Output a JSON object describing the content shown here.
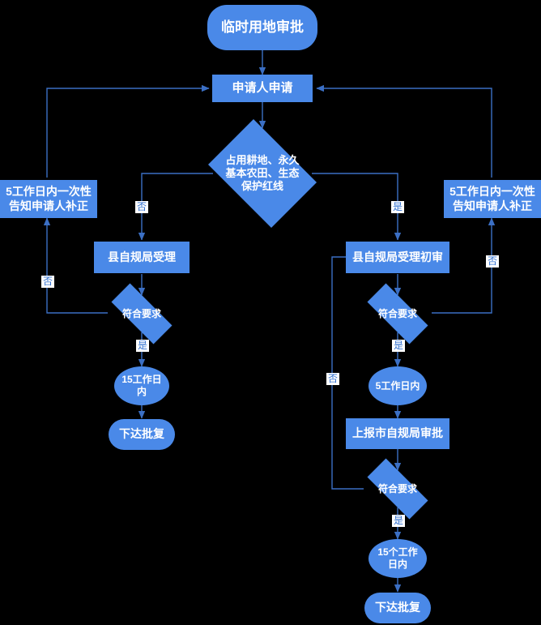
{
  "diagram": {
    "title": "临时用地审批",
    "accent_color": "#4a89e8",
    "edge_color": "#3b6fc4",
    "background": "#000000",
    "label_text_color": "#2f6fd0",
    "nodes": {
      "start": {
        "label": "临时用地审批",
        "shape": "rounded"
      },
      "apply": {
        "label": "申请人申请",
        "shape": "rect"
      },
      "decision_landuse": {
        "label": "占用耕地、永久\n基本农田、生态\n保护红线",
        "shape": "diamond"
      },
      "notify_left": {
        "label": "5工作日内一次性\n告知申请人补正",
        "shape": "rect"
      },
      "notify_right": {
        "label": "5工作日内一次性\n告知申请人补正",
        "shape": "rect"
      },
      "accept_county": {
        "label": "县自规局受理",
        "shape": "rect"
      },
      "check_left": {
        "label": "符合要求",
        "shape": "diamond"
      },
      "days15_left": {
        "label": "15工作日\n内",
        "shape": "ellipse"
      },
      "approve_left": {
        "label": "下达批复",
        "shape": "rounded"
      },
      "accept_county_first": {
        "label": "县自规局受理初审",
        "shape": "rect"
      },
      "check_right_1": {
        "label": "符合要求",
        "shape": "diamond"
      },
      "days5_right": {
        "label": "5工作日内",
        "shape": "ellipse"
      },
      "report_city": {
        "label": "上报市自规局审批",
        "shape": "rect"
      },
      "check_right_2": {
        "label": "符合要求",
        "shape": "diamond"
      },
      "days15_right": {
        "label": "15个工作\n日内",
        "shape": "ellipse"
      },
      "approve_right": {
        "label": "下达批复",
        "shape": "rounded"
      }
    },
    "edge_labels": {
      "no_to_county": "否",
      "yes_to_county_first": "是",
      "no_left_check": "否",
      "yes_left_check": "是",
      "no_right_check_1": "否",
      "yes_right_check_1": "是",
      "no_right_check_2": "否",
      "yes_right_check_2": "是"
    }
  }
}
